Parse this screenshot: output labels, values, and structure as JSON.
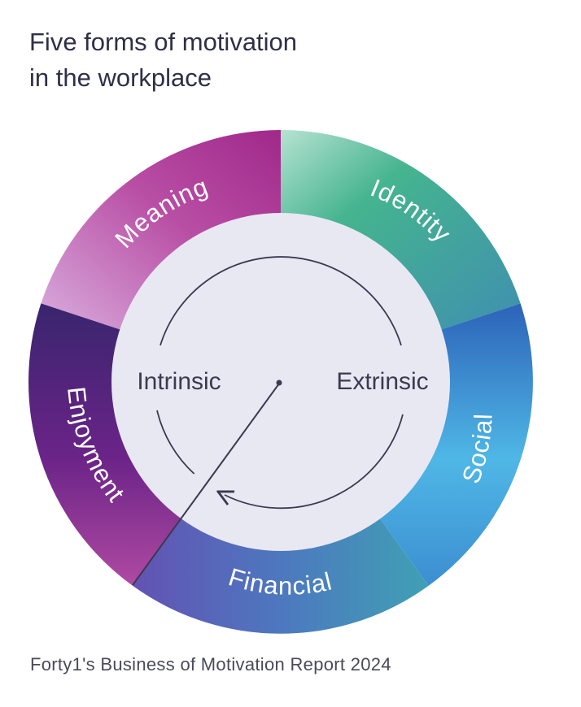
{
  "title": {
    "line1": "Five forms of motivation",
    "line2": "in the workplace"
  },
  "segments": [
    {
      "id": "meaning",
      "label": "Meaning",
      "color_start": "#d6a4d4",
      "color_end": "#a72f8c"
    },
    {
      "id": "identity",
      "label": "Identity",
      "color_start": "#a6dcc9",
      "color_end": "#3fa8a4"
    },
    {
      "id": "social",
      "label": "Social",
      "color_start": "#2f6fc0",
      "color_end": "#4fb8e6"
    },
    {
      "id": "financial",
      "label": "Financial",
      "color_start": "#6a5cb8",
      "color_end": "#3f9ab8"
    },
    {
      "id": "enjoyment",
      "label": "Enjoyment",
      "color_start": "#3b2a78",
      "color_end": "#a23a9c"
    }
  ],
  "inner": {
    "left_label": "Intrinsic",
    "right_label": "Extrinsic",
    "fill": "#e8e8f3",
    "stroke": "#3a3a50"
  },
  "caption": "Forty1's Business of Motivation Report 2024"
}
